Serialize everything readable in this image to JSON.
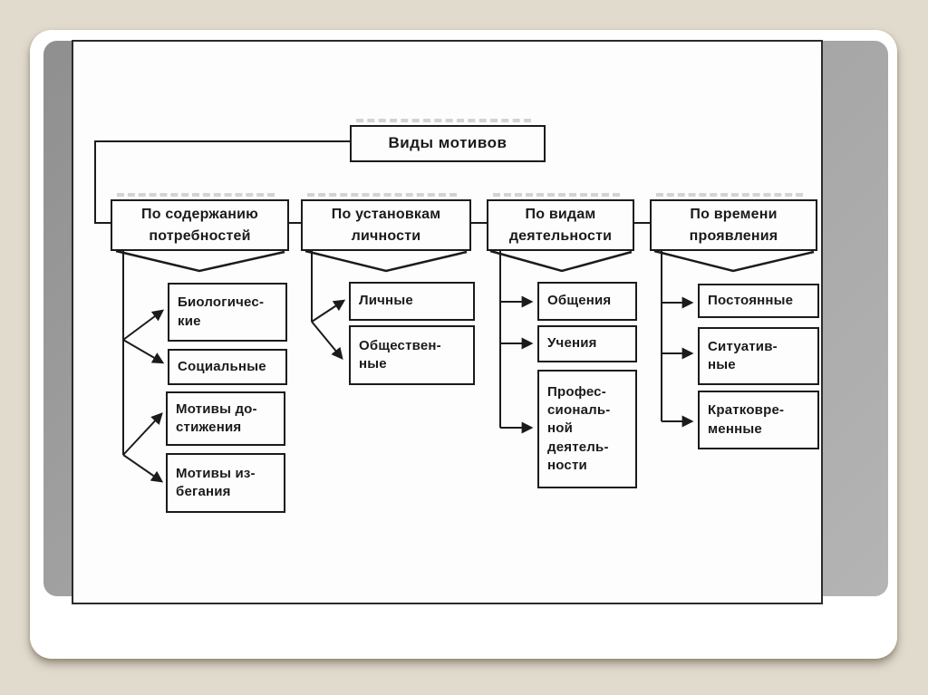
{
  "page": {
    "background_color": "#e1dbce",
    "card_color": "#ffffff",
    "panel_gradient_start": "#8f8f8f",
    "panel_gradient_end": "#b4b4b4",
    "paper_color": "#fdfdfd",
    "ink_color": "#1b1b1b"
  },
  "diagram": {
    "root": "Виды мотивов",
    "categories": [
      {
        "label": "По содержанию\nпотребностей",
        "items": [
          "Биологичес-\nкие",
          "Социальные",
          "Мотивы до-\nстижения",
          "Мотивы из-\nбегания"
        ]
      },
      {
        "label": "По установкам\nличности",
        "items": [
          "Личные",
          "Обществен-\nные"
        ]
      },
      {
        "label": "По видам\nдеятельности",
        "items": [
          "Общения",
          "Учения",
          "Профес-\nсиональ-\nной\nдеятель-\nности"
        ]
      },
      {
        "label": "По времени\nпроявления",
        "items": [
          "Постоянные",
          "Ситуатив-\nные",
          "Кратковре-\nменные"
        ]
      }
    ]
  }
}
